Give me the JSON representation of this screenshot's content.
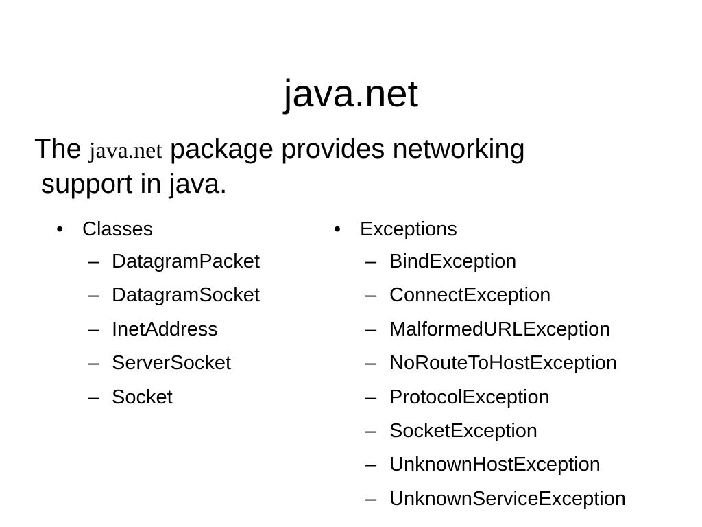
{
  "slide": {
    "title": "java.net",
    "intro": {
      "prefix": "The ",
      "package_name": "java.net",
      "suffix": " package provides networking",
      "line2": "support in java."
    },
    "bullet_mark": "•",
    "dash_mark": "–",
    "classes": {
      "heading": "Classes",
      "items": [
        "DatagramPacket",
        "DatagramSocket",
        "InetAddress",
        "ServerSocket",
        "Socket"
      ]
    },
    "exceptions": {
      "heading": "Exceptions",
      "items": [
        "BindException",
        "ConnectException",
        "MalformedURLException",
        "NoRouteToHostException",
        "ProtocolException",
        "SocketException",
        "UnknownHostException",
        "UnknownServiceException"
      ]
    }
  }
}
